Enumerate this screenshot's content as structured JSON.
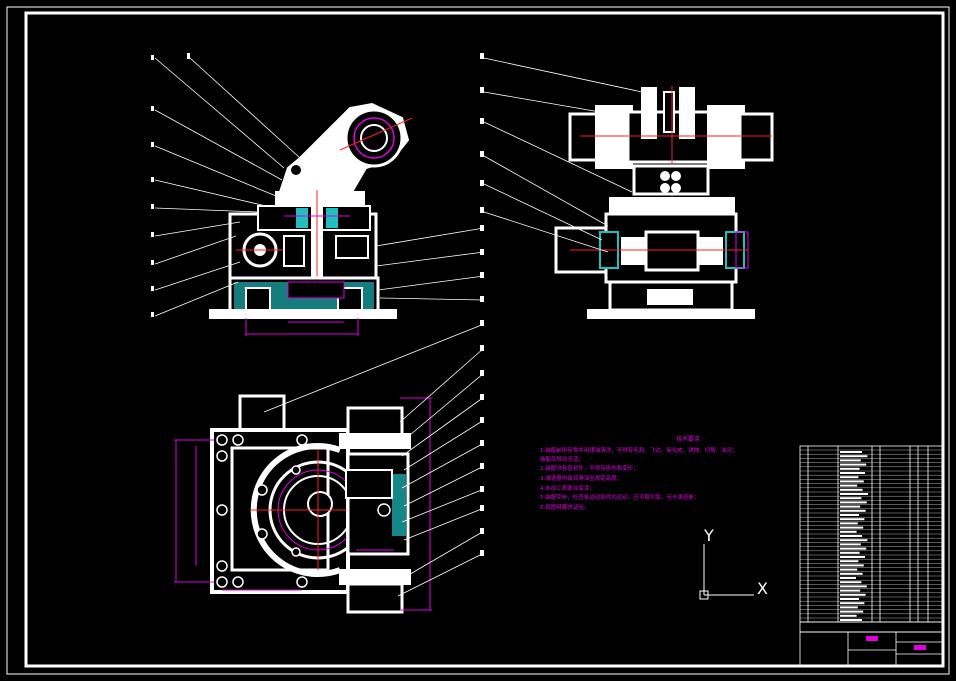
{
  "drawing": {
    "background": "#000000",
    "line_color": "#ffffff",
    "dim_color": "#e000e0",
    "center_color": "#ff2020",
    "hatch_color": "#20c0c0"
  },
  "notes": {
    "title": "技术要求",
    "lines": [
      "1.装配前所有零件用煤油清洗，不得有毛刺、飞边、氧化皮、锈蚀、切屑、油污；",
      "装配后转动灵活；",
      "2.装配时各密封件，不得有损伤和变形；",
      "3.减速器内装润滑油至规定高度；",
      "4.未加工表面涂底漆；",
      "5.装配完毕，检查各运动部件的运动，应平稳可靠，无卡滞现象；",
      "6.按图纸要求试验。"
    ]
  },
  "coord_icon": {
    "y_label": "Y",
    "x_label": "X"
  }
}
